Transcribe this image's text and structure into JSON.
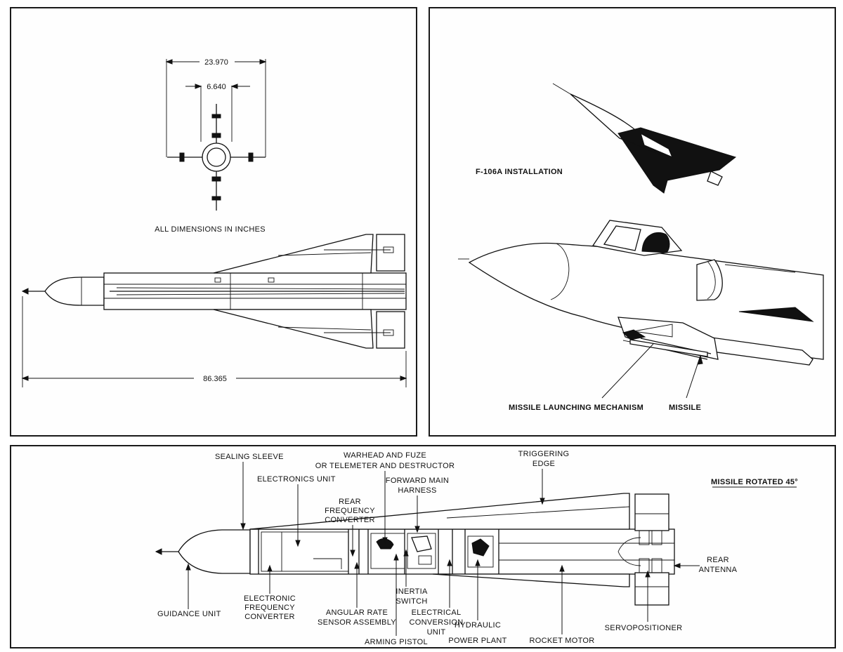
{
  "dimensions_panel": {
    "span_dim": "23.970",
    "body_dim": "6.640",
    "length_dim": "86.365",
    "note": "ALL DIMENSIONS IN INCHES"
  },
  "installation_panel": {
    "title": "F-106A INSTALLATION",
    "launch_label": "MISSILE LAUNCHING MECHANISM",
    "missile_label": "MISSILE"
  },
  "cutaway_panel": {
    "rotated_note": "MISSILE ROTATED 45°",
    "labels": {
      "sealing_sleeve": "SEALING SLEEVE",
      "electronics_unit": "ELECTRONICS UNIT",
      "warhead_1": "WARHEAD AND FUZE",
      "warhead_2": "OR TELEMETER AND DESTRUCTOR",
      "forward_harness_1": "FORWARD MAIN",
      "forward_harness_2": "HARNESS",
      "rear_freq_1": "REAR",
      "rear_freq_2": "FREQUENCY",
      "rear_freq_3": "CONVERTER",
      "triggering_1": "TRIGGERING",
      "triggering_2": "EDGE",
      "rear_antenna_1": "REAR",
      "rear_antenna_2": "ANTENNA",
      "guidance_unit": "GUIDANCE UNIT",
      "elec_freq_1": "ELECTRONIC",
      "elec_freq_2": "FREQUENCY",
      "elec_freq_3": "CONVERTER",
      "angular_1": "ANGULAR RATE",
      "angular_2": "SENSOR ASSEMBLY",
      "inertia_1": "INERTIA",
      "inertia_2": "SWITCH",
      "arming_pistol": "ARMING PISTOL",
      "electrical_1": "ELECTRICAL",
      "electrical_2": "CONVERSION",
      "electrical_3": "UNIT",
      "hydraulic_1": "HYDRAULIC",
      "hydraulic_2": "POWER PLANT",
      "rocket_motor": "ROCKET MOTOR",
      "servopositioner": "SERVOPOSITIONER"
    }
  }
}
